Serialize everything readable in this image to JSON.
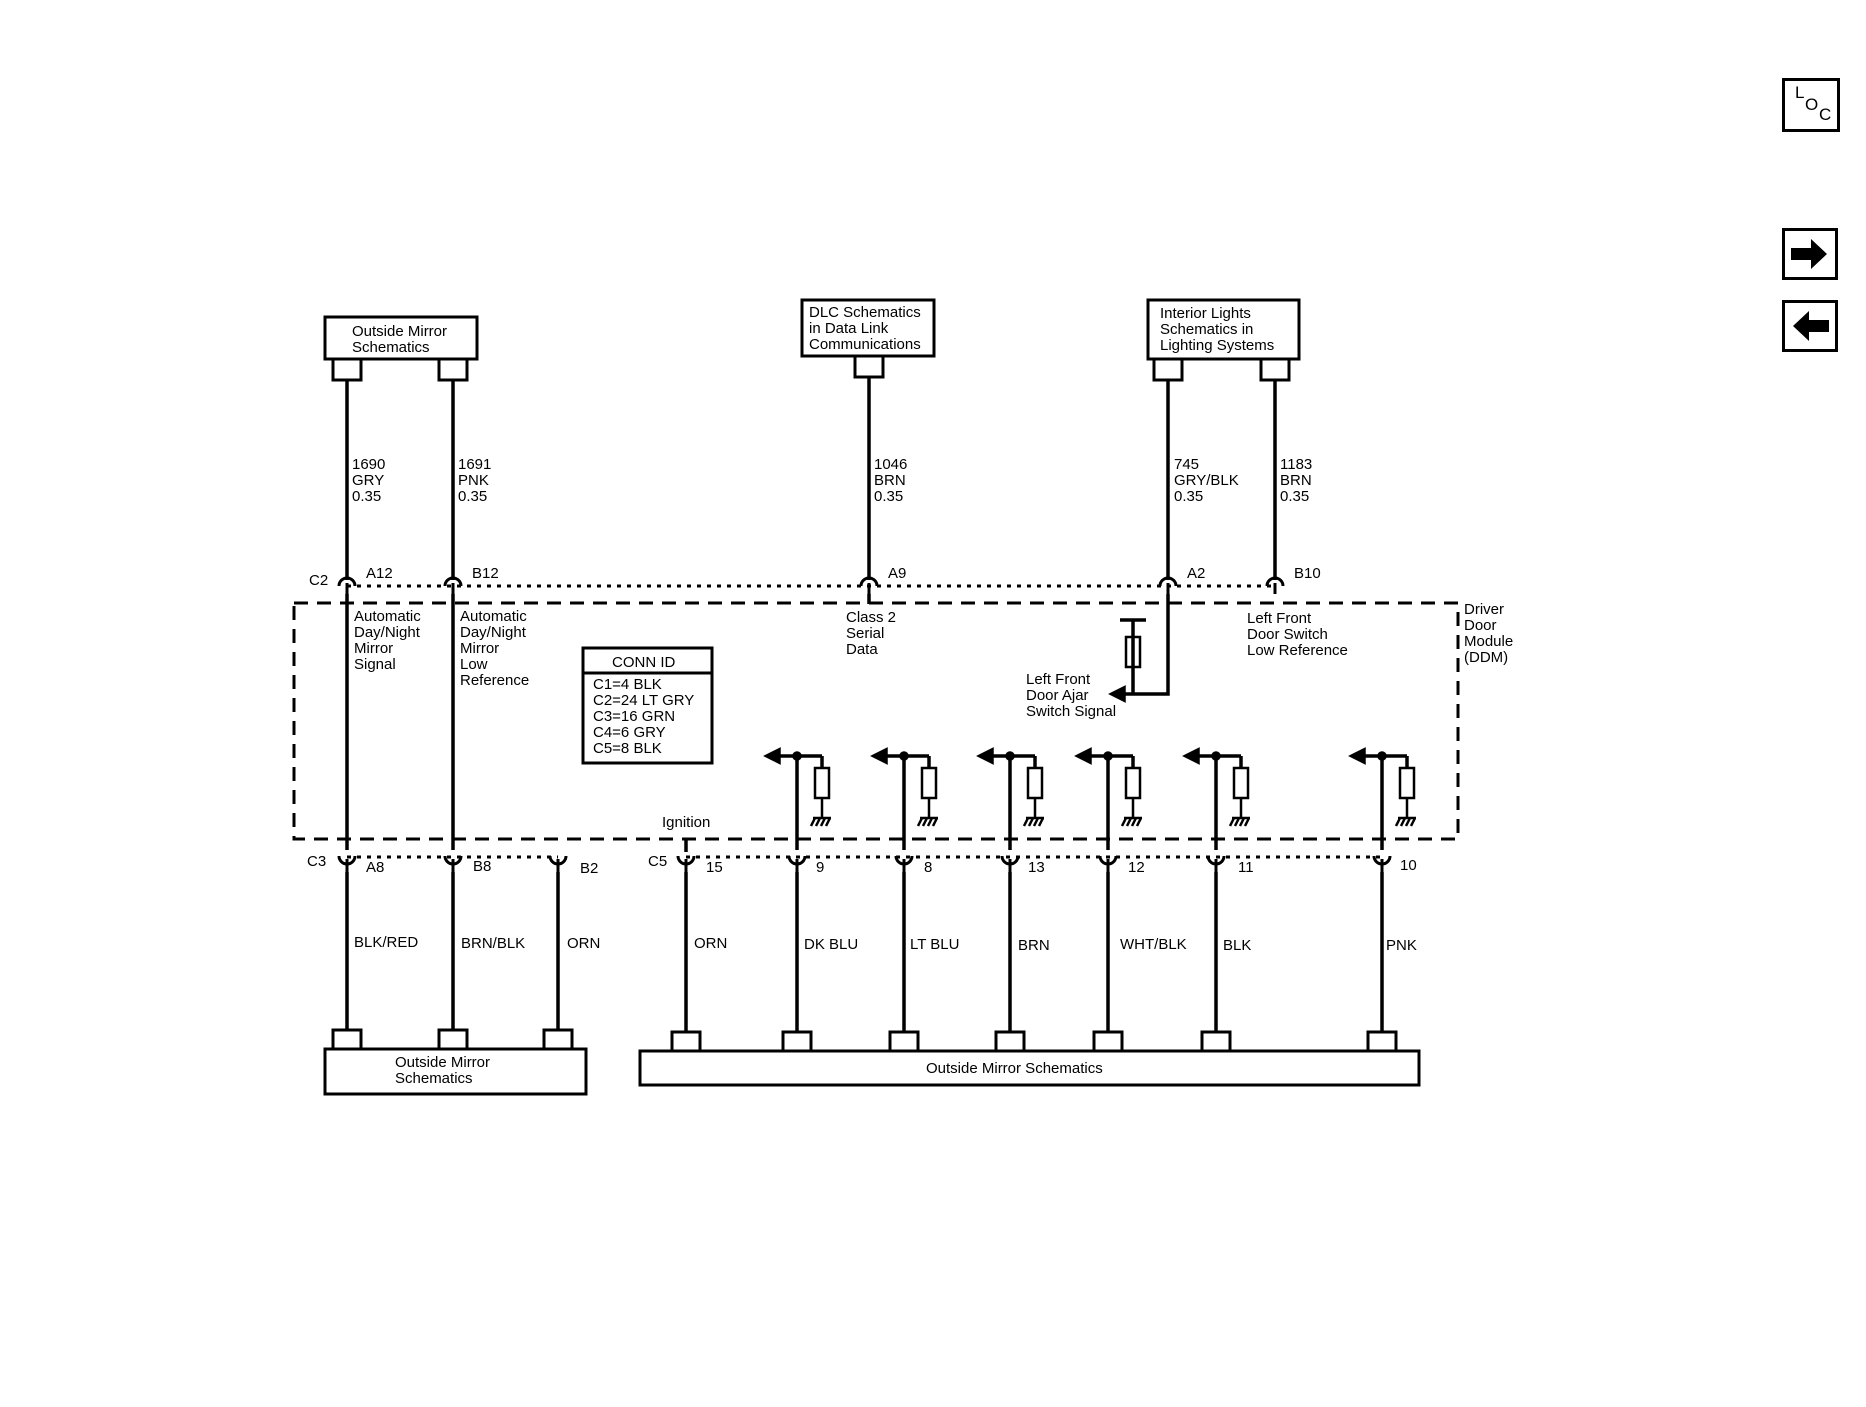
{
  "nav": {
    "loc_letters": [
      "L",
      "O",
      "C"
    ]
  },
  "boxes": {
    "top_left": [
      "Outside Mirror",
      "Schematics"
    ],
    "top_mid": [
      "DLC Schematics",
      "in Data Link",
      "Communications"
    ],
    "top_right": [
      "Interior Lights",
      "Schematics in",
      "Lighting Systems"
    ],
    "bottom_left": [
      "Outside Mirror",
      "Schematics"
    ],
    "bottom_right": [
      "Outside Mirror Schematics"
    ]
  },
  "module": [
    "Driver",
    "Door",
    "Module",
    "(DDM)"
  ],
  "connectors": {
    "c2": "C2",
    "c3": "C3",
    "c5": "C5"
  },
  "top_wires": [
    {
      "circuit": "1690",
      "color": "GRY",
      "gauge": "0.35",
      "pin": "A12",
      "signal": [
        "Automatic",
        "Day/Night",
        "Mirror",
        "Signal"
      ]
    },
    {
      "circuit": "1691",
      "color": "PNK",
      "gauge": "0.35",
      "pin": "B12",
      "signal": [
        "Automatic",
        "Day/Night",
        "Mirror",
        "Low",
        "Reference"
      ]
    },
    {
      "circuit": "1046",
      "color": "BRN",
      "gauge": "0.35",
      "pin": "A9",
      "signal": [
        "Class 2",
        "Serial",
        "Data"
      ]
    },
    {
      "circuit": "745",
      "color": "GRY/BLK",
      "gauge": "0.35",
      "pin": "A2",
      "signal": [
        "Left Front",
        "Door Ajar",
        "Switch Signal"
      ]
    },
    {
      "circuit": "1183",
      "color": "BRN",
      "gauge": "0.35",
      "pin": "B10",
      "signal": [
        "Left Front",
        "Door Switch",
        "Low Reference"
      ]
    }
  ],
  "conn_id": {
    "title": "CONN ID",
    "rows": [
      "C1=4 BLK",
      "C2=24 LT GRY",
      "C3=16 GRN",
      "C4=6 GRY",
      "C5=8 BLK"
    ]
  },
  "ignition_label": "Ignition",
  "bottom_wires": [
    {
      "pin": "A8",
      "color": "BLK/RED"
    },
    {
      "pin": "B8",
      "color": "BRN/BLK"
    },
    {
      "pin": "B2",
      "color": "ORN"
    },
    {
      "pin": "15",
      "color": "ORN"
    },
    {
      "pin": "9",
      "color": "DK BLU"
    },
    {
      "pin": "8",
      "color": "LT BLU"
    },
    {
      "pin": "13",
      "color": "BRN"
    },
    {
      "pin": "12",
      "color": "WHT/BLK"
    },
    {
      "pin": "11",
      "color": "BLK"
    },
    {
      "pin": "10",
      "color": "PNK"
    }
  ]
}
